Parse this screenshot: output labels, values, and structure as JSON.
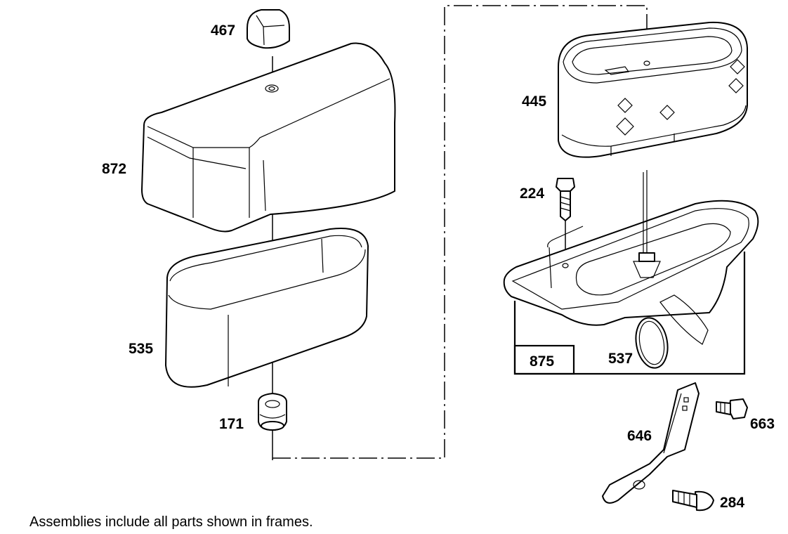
{
  "parts": {
    "p467": "467",
    "p872": "872",
    "p535": "535",
    "p171": "171",
    "p445": "445",
    "p224": "224",
    "p875": "875",
    "p537": "537",
    "p646": "646",
    "p663": "663",
    "p284": "284"
  },
  "footnote": "Assemblies include all parts shown in frames."
}
